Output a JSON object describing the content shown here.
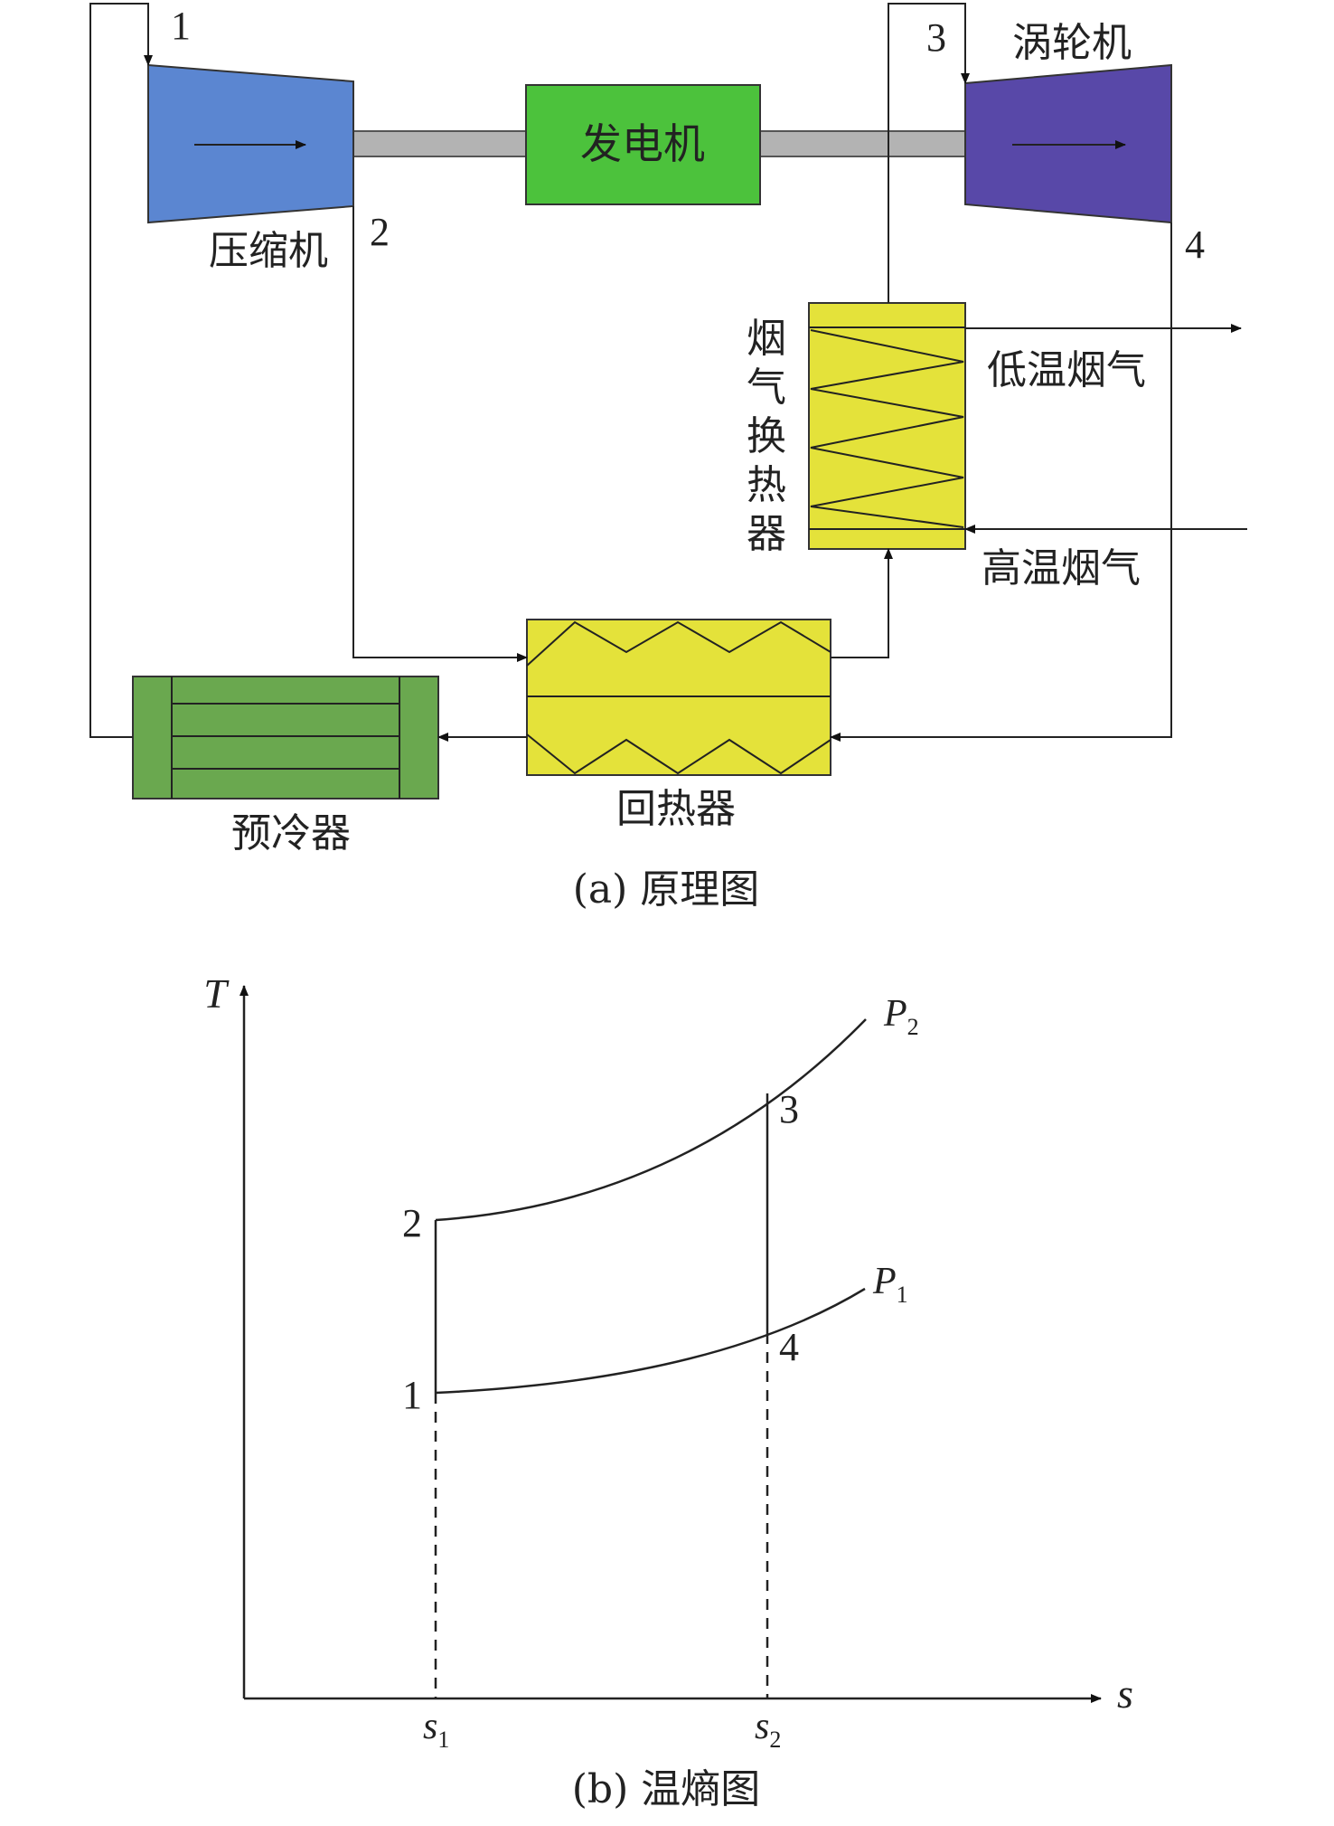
{
  "schematic": {
    "components": {
      "compressor": "压缩机",
      "generator": "发电机",
      "turbine": "涡轮机",
      "flue_gas_exchanger": [
        "烟",
        "气",
        "换",
        "热",
        "器"
      ],
      "regenerator": "回热器",
      "precooler": "预冷器"
    },
    "streams": {
      "low_temp_flue_gas": "低温烟气",
      "high_temp_flue_gas": "高温烟气"
    },
    "state_points": [
      "1",
      "2",
      "3",
      "4"
    ],
    "caption": "(a) 原理图",
    "colors": {
      "compressor": "#5b86d1",
      "generator": "#4cc23c",
      "turbine": "#5848a8",
      "heat_exchanger": "#e4e23a",
      "precooler": "#6aa84f",
      "shaft": "#b3b3b3"
    }
  },
  "ts_diagram": {
    "y_axis_label": "T",
    "x_axis_label": "s",
    "s1": {
      "base": "s",
      "sub": "1"
    },
    "s2": {
      "base": "s",
      "sub": "2"
    },
    "p1": {
      "base": "P",
      "sub": "1"
    },
    "p2": {
      "base": "P",
      "sub": "2"
    },
    "point_labels": [
      "1",
      "2",
      "3",
      "4"
    ],
    "caption": "(b) 温熵图"
  }
}
